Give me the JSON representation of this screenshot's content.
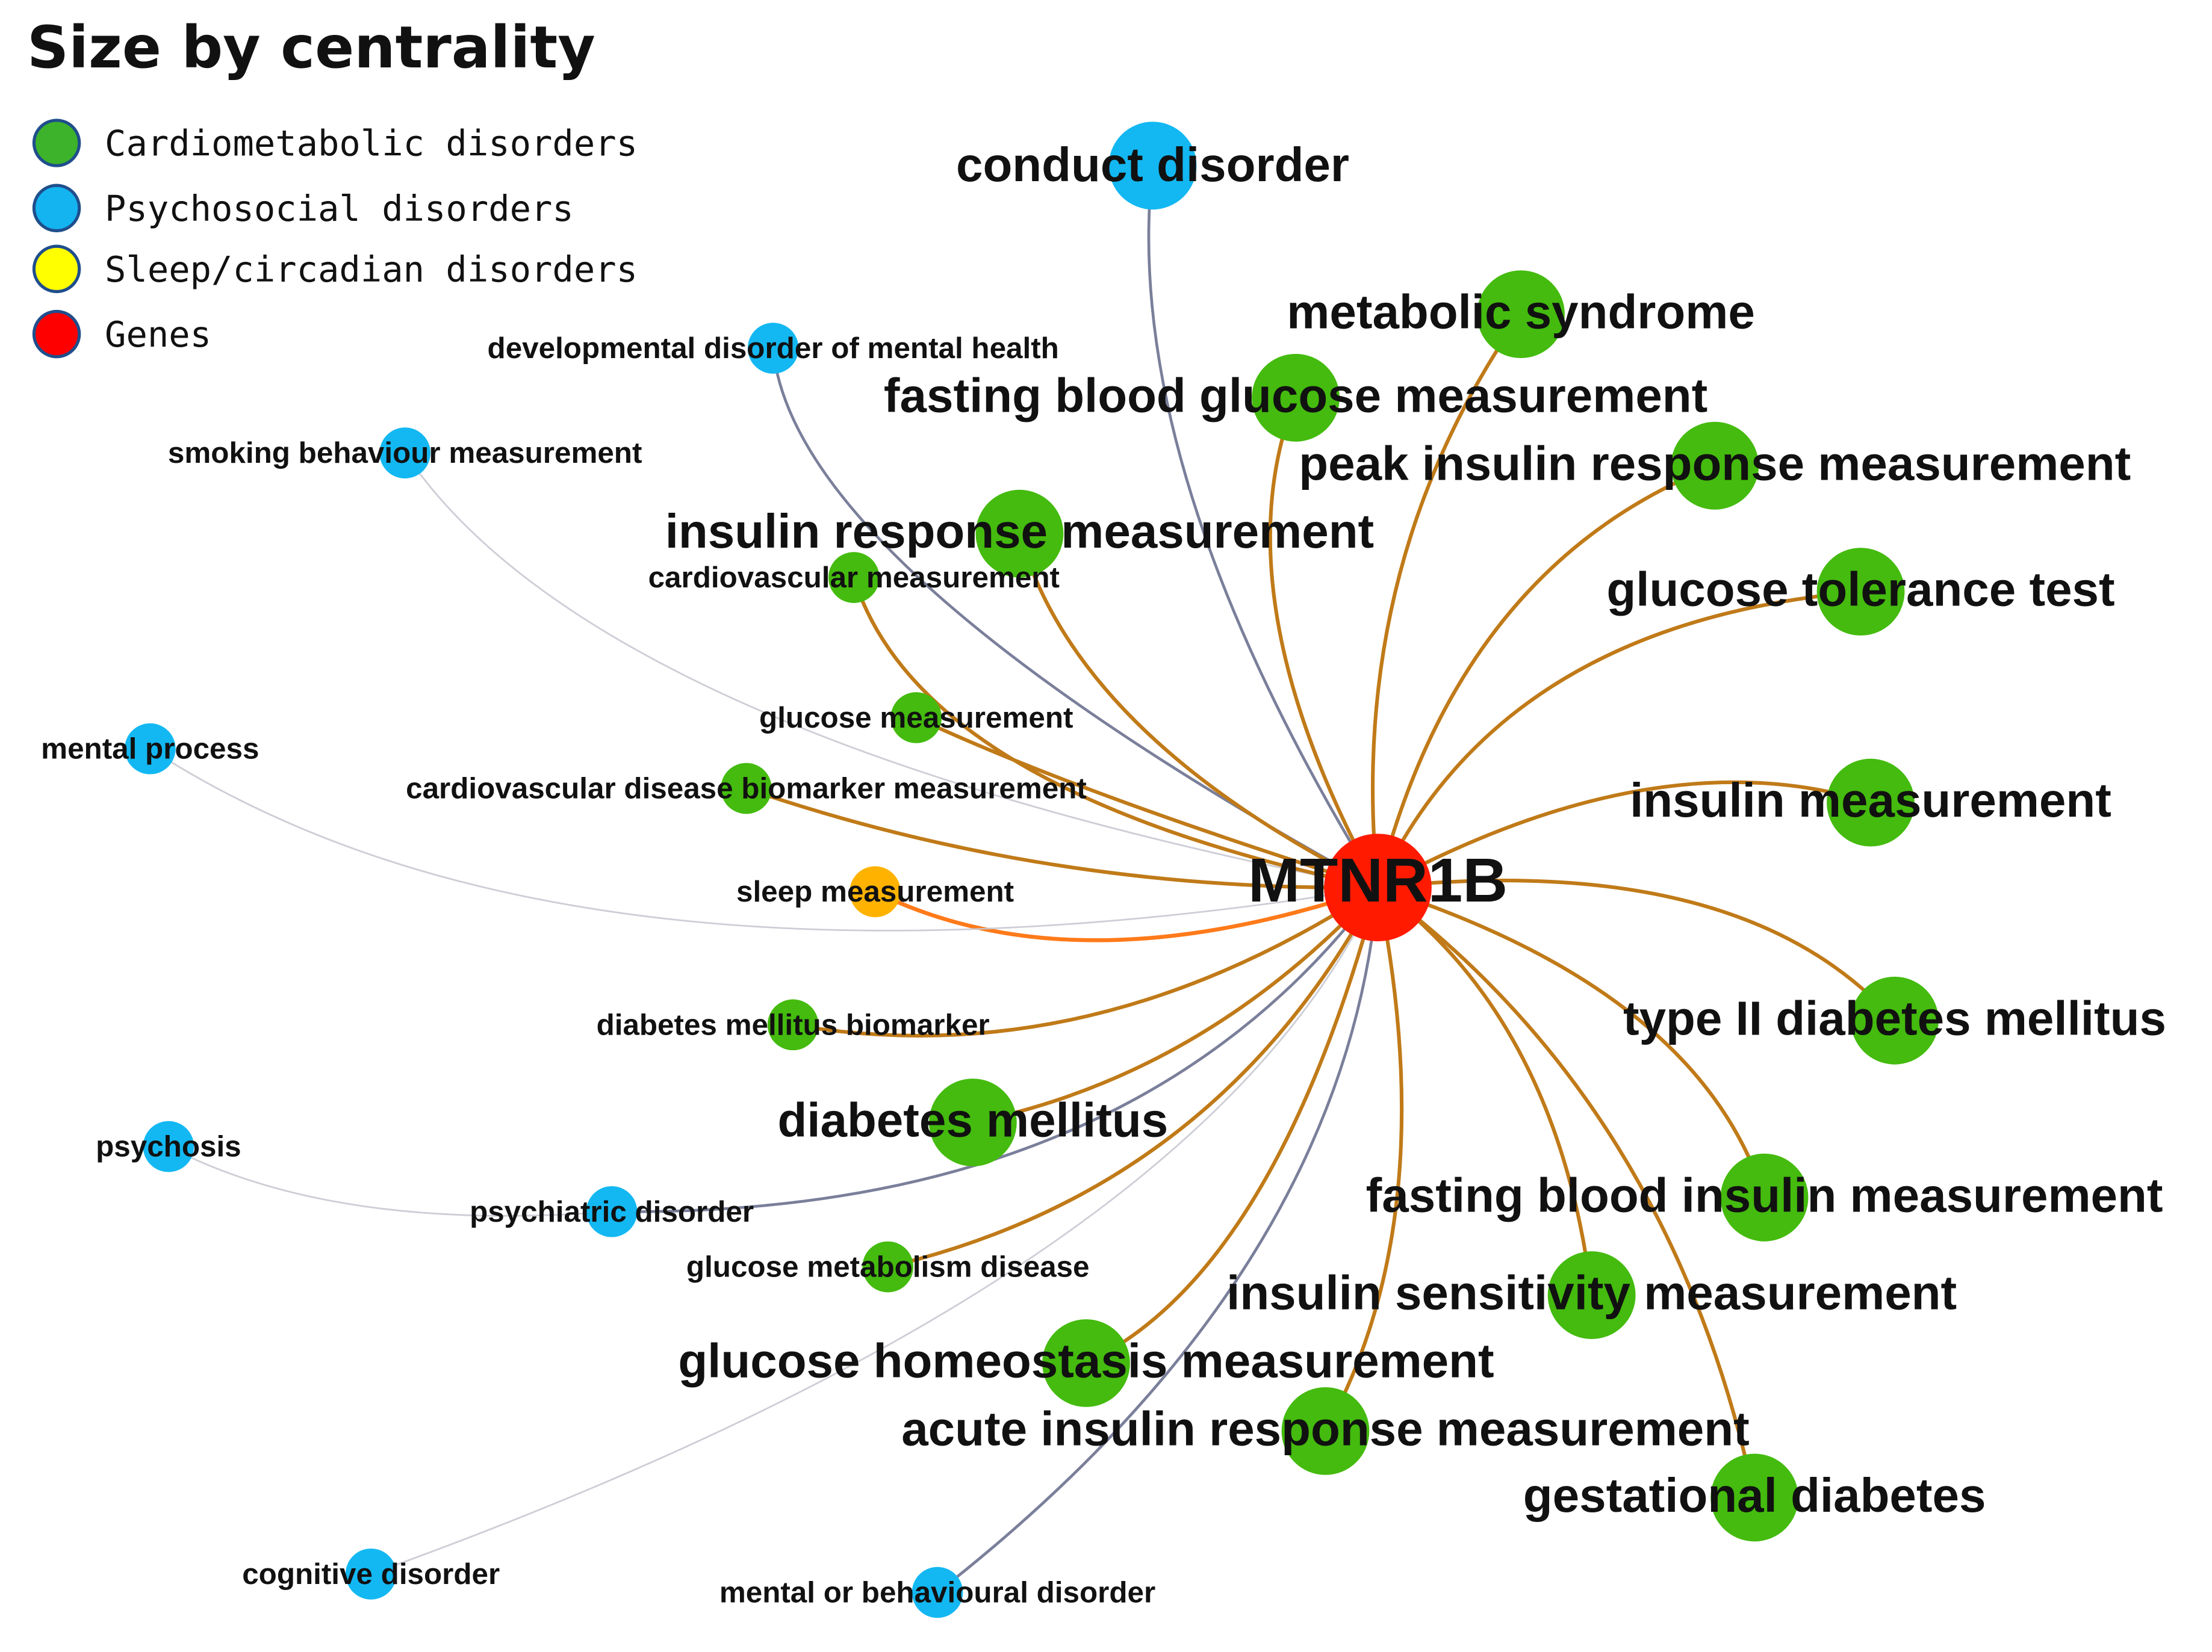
{
  "title": "Size by centrality",
  "legend": [
    {
      "label": "Cardiometabolic disorders",
      "color": "#3cb32a"
    },
    {
      "label": "Psychosocial disorders",
      "color": "#13b4f0"
    },
    {
      "label": "Sleep/circadian disorders",
      "color": "#ffff00"
    },
    {
      "label": "Genes",
      "color": "#ff0000"
    }
  ],
  "colors": {
    "cardiometabolic": "#44bb0e",
    "psychosocial": "#13b8f2",
    "sleep": "#ffb300",
    "gene": "#ff1a00",
    "edge_cardiometabolic": "#c07a18",
    "edge_psychosocial": "#7a7f9a",
    "edge_sleep": "#ff7a1a"
  },
  "center": {
    "label": "MTNR1B",
    "category": "gene"
  },
  "nodes": [
    {
      "label": "conduct disorder",
      "category": "psychosocial"
    },
    {
      "label": "developmental disorder of mental health",
      "category": "psychosocial"
    },
    {
      "label": "smoking behaviour measurement",
      "category": "psychosocial"
    },
    {
      "label": "metabolic syndrome",
      "category": "cardiometabolic"
    },
    {
      "label": "fasting blood glucose measurement",
      "category": "cardiometabolic"
    },
    {
      "label": "peak insulin response measurement",
      "category": "cardiometabolic"
    },
    {
      "label": "insulin response measurement",
      "category": "cardiometabolic"
    },
    {
      "label": "cardiovascular measurement",
      "category": "cardiometabolic"
    },
    {
      "label": "glucose tolerance test",
      "category": "cardiometabolic"
    },
    {
      "label": "glucose measurement",
      "category": "cardiometabolic"
    },
    {
      "label": "mental process",
      "category": "psychosocial"
    },
    {
      "label": "cardiovascular disease biomarker measurement",
      "category": "cardiometabolic"
    },
    {
      "label": "insulin measurement",
      "category": "cardiometabolic"
    },
    {
      "label": "sleep measurement",
      "category": "sleep"
    },
    {
      "label": "diabetes mellitus biomarker",
      "category": "cardiometabolic"
    },
    {
      "label": "type II diabetes mellitus",
      "category": "cardiometabolic"
    },
    {
      "label": "diabetes mellitus",
      "category": "cardiometabolic"
    },
    {
      "label": "psychosis",
      "category": "psychosocial"
    },
    {
      "label": "psychiatric disorder",
      "category": "psychosocial"
    },
    {
      "label": "fasting blood insulin measurement",
      "category": "cardiometabolic"
    },
    {
      "label": "glucose metabolism disease",
      "category": "cardiometabolic"
    },
    {
      "label": "insulin sensitivity measurement",
      "category": "cardiometabolic"
    },
    {
      "label": "glucose homeostasis measurement",
      "category": "cardiometabolic"
    },
    {
      "label": "acute insulin response measurement",
      "category": "cardiometabolic"
    },
    {
      "label": "gestational diabetes",
      "category": "cardiometabolic"
    },
    {
      "label": "cognitive disorder",
      "category": "psychosocial"
    },
    {
      "label": "mental or behavioural disorder",
      "category": "psychosocial"
    }
  ],
  "edges": [
    {
      "from": "MTNR1B",
      "to": "conduct disorder"
    },
    {
      "from": "MTNR1B",
      "to": "developmental disorder of mental health"
    },
    {
      "from": "MTNR1B",
      "to": "smoking behaviour measurement"
    },
    {
      "from": "MTNR1B",
      "to": "metabolic syndrome"
    },
    {
      "from": "MTNR1B",
      "to": "fasting blood glucose measurement"
    },
    {
      "from": "MTNR1B",
      "to": "peak insulin response measurement"
    },
    {
      "from": "MTNR1B",
      "to": "insulin response measurement"
    },
    {
      "from": "MTNR1B",
      "to": "cardiovascular measurement"
    },
    {
      "from": "MTNR1B",
      "to": "glucose tolerance test"
    },
    {
      "from": "MTNR1B",
      "to": "glucose measurement"
    },
    {
      "from": "MTNR1B",
      "to": "cardiovascular disease biomarker measurement"
    },
    {
      "from": "MTNR1B",
      "to": "insulin measurement"
    },
    {
      "from": "MTNR1B",
      "to": "sleep measurement"
    },
    {
      "from": "MTNR1B",
      "to": "diabetes mellitus biomarker"
    },
    {
      "from": "MTNR1B",
      "to": "type II diabetes mellitus"
    },
    {
      "from": "MTNR1B",
      "to": "diabetes mellitus"
    },
    {
      "from": "MTNR1B",
      "to": "psychiatric disorder"
    },
    {
      "from": "MTNR1B",
      "to": "fasting blood insulin measurement"
    },
    {
      "from": "MTNR1B",
      "to": "glucose metabolism disease"
    },
    {
      "from": "MTNR1B",
      "to": "insulin sensitivity measurement"
    },
    {
      "from": "MTNR1B",
      "to": "glucose homeostasis measurement"
    },
    {
      "from": "MTNR1B",
      "to": "acute insulin response measurement"
    },
    {
      "from": "MTNR1B",
      "to": "gestational diabetes"
    },
    {
      "from": "MTNR1B",
      "to": "cognitive disorder"
    },
    {
      "from": "MTNR1B",
      "to": "mental or behavioural disorder"
    },
    {
      "from": "MTNR1B",
      "to": "mental process"
    },
    {
      "from": "psychiatric disorder",
      "to": "psychosis"
    }
  ]
}
